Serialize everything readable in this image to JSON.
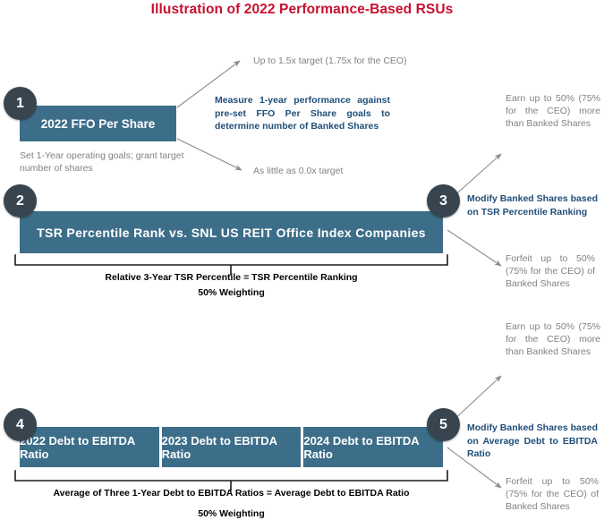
{
  "title": "Illustration of 2022 Performance-Based RSUs",
  "colors": {
    "title_red": "#c8102e",
    "box_teal": "#3d6e89",
    "badge_slate": "#38454f",
    "note_gray": "#808285",
    "note_blue": "#1f4e79",
    "caption_black": "#000000",
    "arrow_gray": "#888b8d"
  },
  "tier1": {
    "badge": "1",
    "box_label": "2022 FFO Per Share",
    "sub_label": "Set 1-Year operating goals; grant target number of shares",
    "arrow_up_label": "Up to 1.5x target (1.75x for the CEO)",
    "arrow_down_label": "As little as 0.0x target",
    "blue_note": "Measure 1-year performance against pre-set FFO Per Share goals to determine number of Banked Shares"
  },
  "tier2": {
    "badge": "2",
    "box_label": "TSR Percentile Rank vs. SNL US REIT Office Index Companies",
    "caption_line1": "Relative 3-Year TSR Percentile  =  TSR Percentile Ranking",
    "caption_line2": "50% Weighting"
  },
  "tier3": {
    "badge": "3",
    "blue_note": "Modify Banked Shares based on TSR Percentile Ranking",
    "earn_note": "Earn up to 50% (75% for the CEO) more than Banked Shares",
    "forfeit_note": "Forfeit up to 50% (75% for the CEO) of Banked Shares"
  },
  "tier4": {
    "badge": "4",
    "segments": [
      "2022 Debt to EBITDA Ratio",
      "2023 Debt to EBITDA Ratio",
      "2024 Debt to EBITDA Ratio"
    ],
    "caption_line1": "Average of Three 1-Year Debt to EBITDA Ratios  =  Average Debt to EBITDA Ratio",
    "caption_line2": "50% Weighting"
  },
  "tier5": {
    "badge": "5",
    "blue_note": "Modify Banked Shares based on Average Debt to EBITDA Ratio",
    "earn_note": "Earn up to 50% (75% for the CEO) more than Banked Shares",
    "forfeit_note": "Forfeit up to 50% (75% for the CEO) of Banked Shares"
  }
}
